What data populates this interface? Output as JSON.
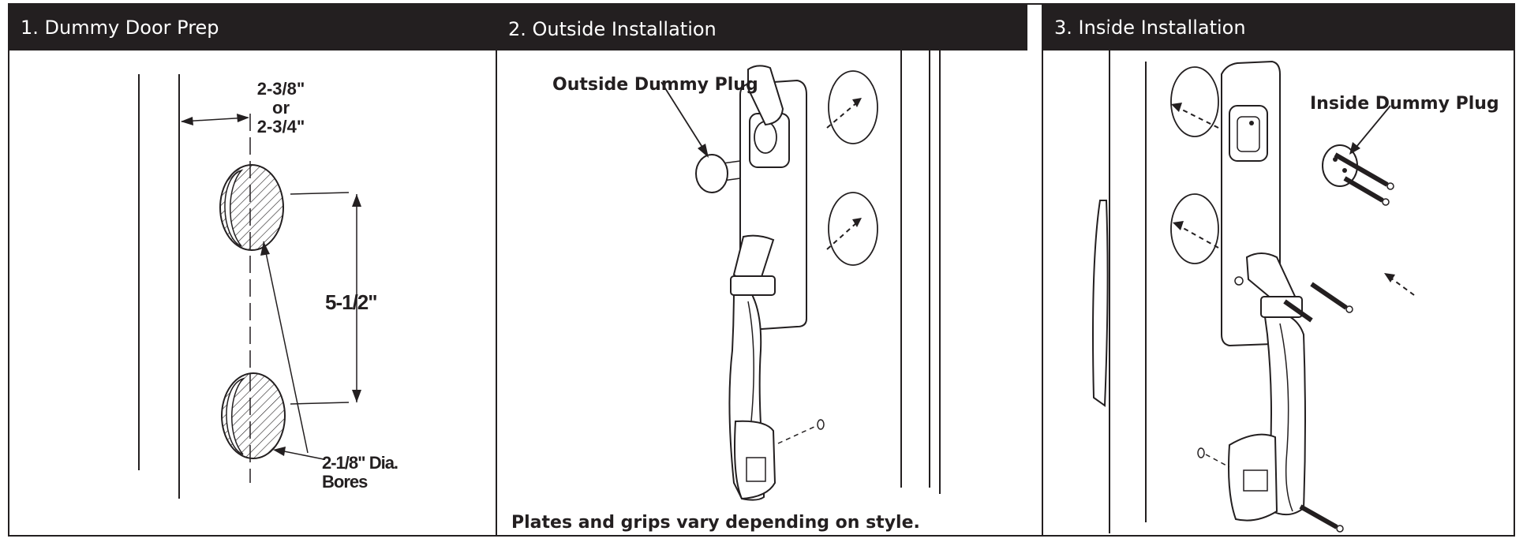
{
  "panels": [
    {
      "title": "1. Dummy Door Prep"
    },
    {
      "title": "2. Outside Installation"
    },
    {
      "title": "3. Inside Installation"
    }
  ],
  "prep": {
    "offset_line1": "2-3/8\"",
    "offset_or": "or",
    "offset_line2": "2-3/4\"",
    "spacing": "5-1/2\"",
    "bore_line1": "2-1/8\" Dia.",
    "bore_line2": "Bores"
  },
  "outside": {
    "plug_label": "Outside Dummy Plug",
    "note": "Plates and grips vary depending on style."
  },
  "inside": {
    "plug_label": "Inside Dummy Plug"
  },
  "colors": {
    "ink": "#231f20",
    "header_bg": "#231f20",
    "header_text": "#ffffff"
  }
}
